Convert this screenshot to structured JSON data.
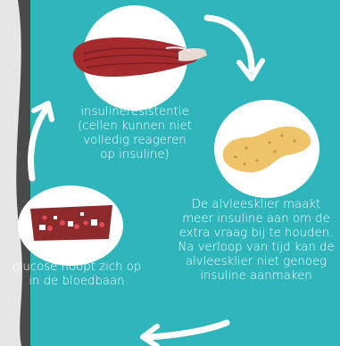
{
  "colors": {
    "background": "#2fb6bc",
    "circle": "#ffffff",
    "text": "#ffffff",
    "muscle": "#a52b2e",
    "pancreas": "#eec36a",
    "vessel": "#8d2a2b"
  },
  "steps": [
    {
      "icon": "muscle-icon",
      "caption": "insulineresistentie\n(cellen kunnen niet\nvolledig reageren\nop insuline)"
    },
    {
      "icon": "pancreas-icon",
      "caption": "De alvleesklier maakt\nmeer insuline aan om de\nextra vraag bij te houden.\nNa verloop van tijd kan de\nalvleesklier niet genoeg\ninsuline aanmaken"
    },
    {
      "icon": "blood-vessel-icon",
      "caption": "glucose hoopt zich op\nin de bloedbaan"
    }
  ]
}
